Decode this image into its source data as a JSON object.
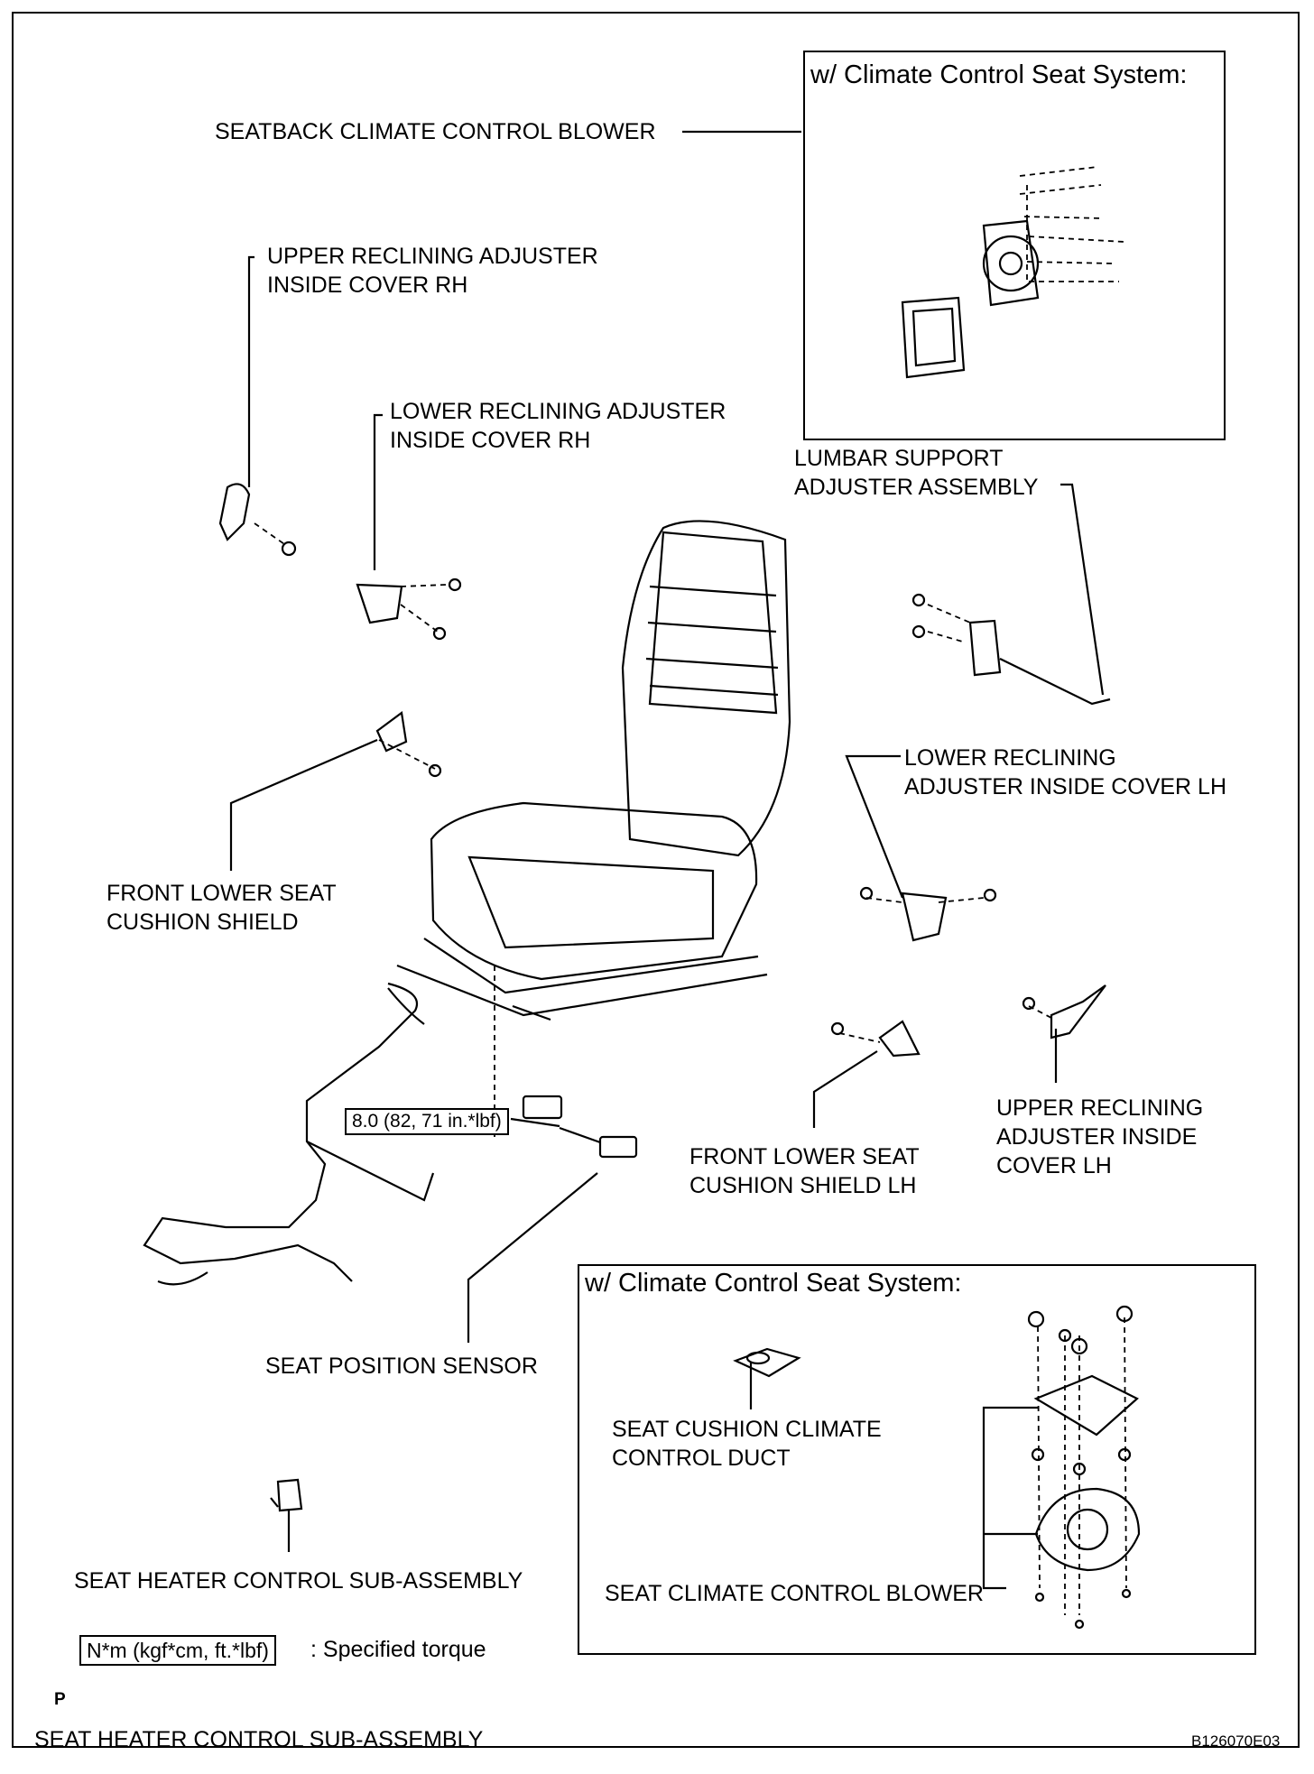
{
  "labels": {
    "seatback_blower": "SEATBACK CLIMATE CONTROL BLOWER",
    "upper_rh_1": "UPPER RECLINING ADJUSTER",
    "upper_rh_2": "INSIDE COVER RH",
    "lower_rh_1": "LOWER RECLINING ADJUSTER",
    "lower_rh_2": "INSIDE COVER RH",
    "lumbar_1": "LUMBAR SUPPORT",
    "lumbar_2": "ADJUSTER ASSEMBLY",
    "lower_lh_1": "LOWER RECLINING",
    "lower_lh_2": "ADJUSTER INSIDE COVER LH",
    "front_shield_1": "FRONT LOWER SEAT",
    "front_shield_2": "CUSHION SHIELD",
    "front_shield_lh_1": "FRONT LOWER SEAT",
    "front_shield_lh_2": "CUSHION SHIELD LH",
    "upper_lh_1": "UPPER RECLINING",
    "upper_lh_2": "ADJUSTER INSIDE",
    "upper_lh_3": "COVER LH",
    "seat_position_sensor": "SEAT POSITION SENSOR",
    "seat_heater_control": "SEAT HEATER CONTROL SUB-ASSEMBLY",
    "cushion_duct_1": "SEAT CUSHION CLIMATE",
    "cushion_duct_2": "CONTROL DUCT",
    "seat_blower": "SEAT CLIMATE CONTROL BLOWER"
  },
  "boxes": {
    "top_title": "w/ Climate Control Seat System:",
    "bottom_title": "w/ Climate Control Seat System:"
  },
  "torque": {
    "value": "8.0 (82, 71 in.*lbf)",
    "legend_box": "N*m (kgf*cm, ft.*lbf)",
    "legend_text": ": Specified torque"
  },
  "footer": {
    "mark": "P",
    "caption": "SEAT HEATER CONTROL SUB-ASSEMBLY",
    "code": "B126070E03"
  }
}
